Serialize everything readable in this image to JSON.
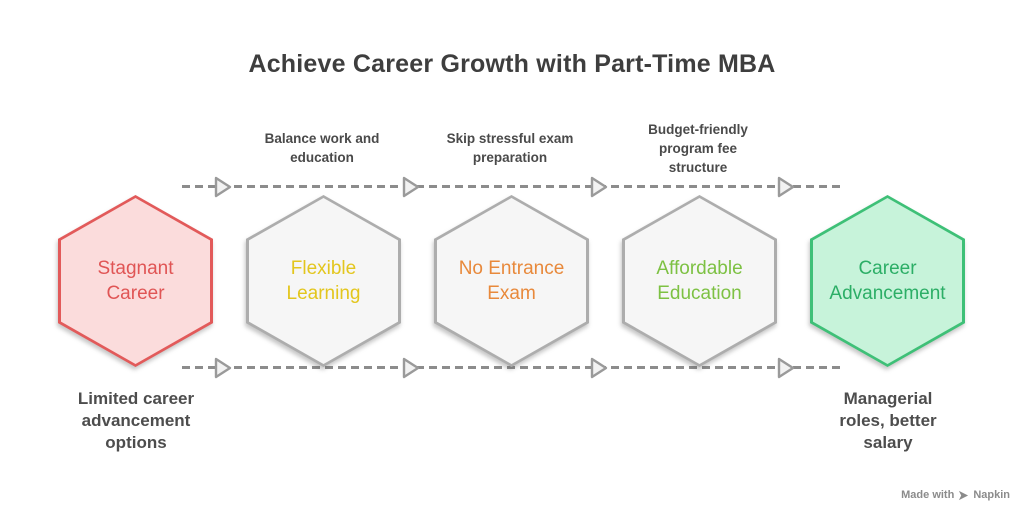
{
  "title": "Achieve Career Growth with Part-Time MBA",
  "arrow_labels": [
    "Balance work and education",
    "Skip stressful exam preparation",
    "Budget-friendly program fee structure"
  ],
  "hexagons": [
    {
      "label": "Stagnant Career",
      "fill": "#FBDCDC",
      "border": "#E25A5A",
      "text_color": "#E05555",
      "caption": "Limited career advancement options"
    },
    {
      "label": "Flexible Learning",
      "fill": "#F6F6F6",
      "border": "#ADADAD",
      "text_color": "#E3C61D"
    },
    {
      "label": "No Entrance Exam",
      "fill": "#F6F6F6",
      "border": "#ADADAD",
      "text_color": "#E8893B"
    },
    {
      "label": "Affordable Education",
      "fill": "#F6F6F6",
      "border": "#ADADAD",
      "text_color": "#7DC143"
    },
    {
      "label": "Career Advancement",
      "fill": "#C7F3DA",
      "border": "#3EC077",
      "text_color": "#2CAE66",
      "caption": "Managerial roles, better salary"
    }
  ],
  "footer": {
    "made_with": "Made with",
    "brand": "Napkin"
  }
}
